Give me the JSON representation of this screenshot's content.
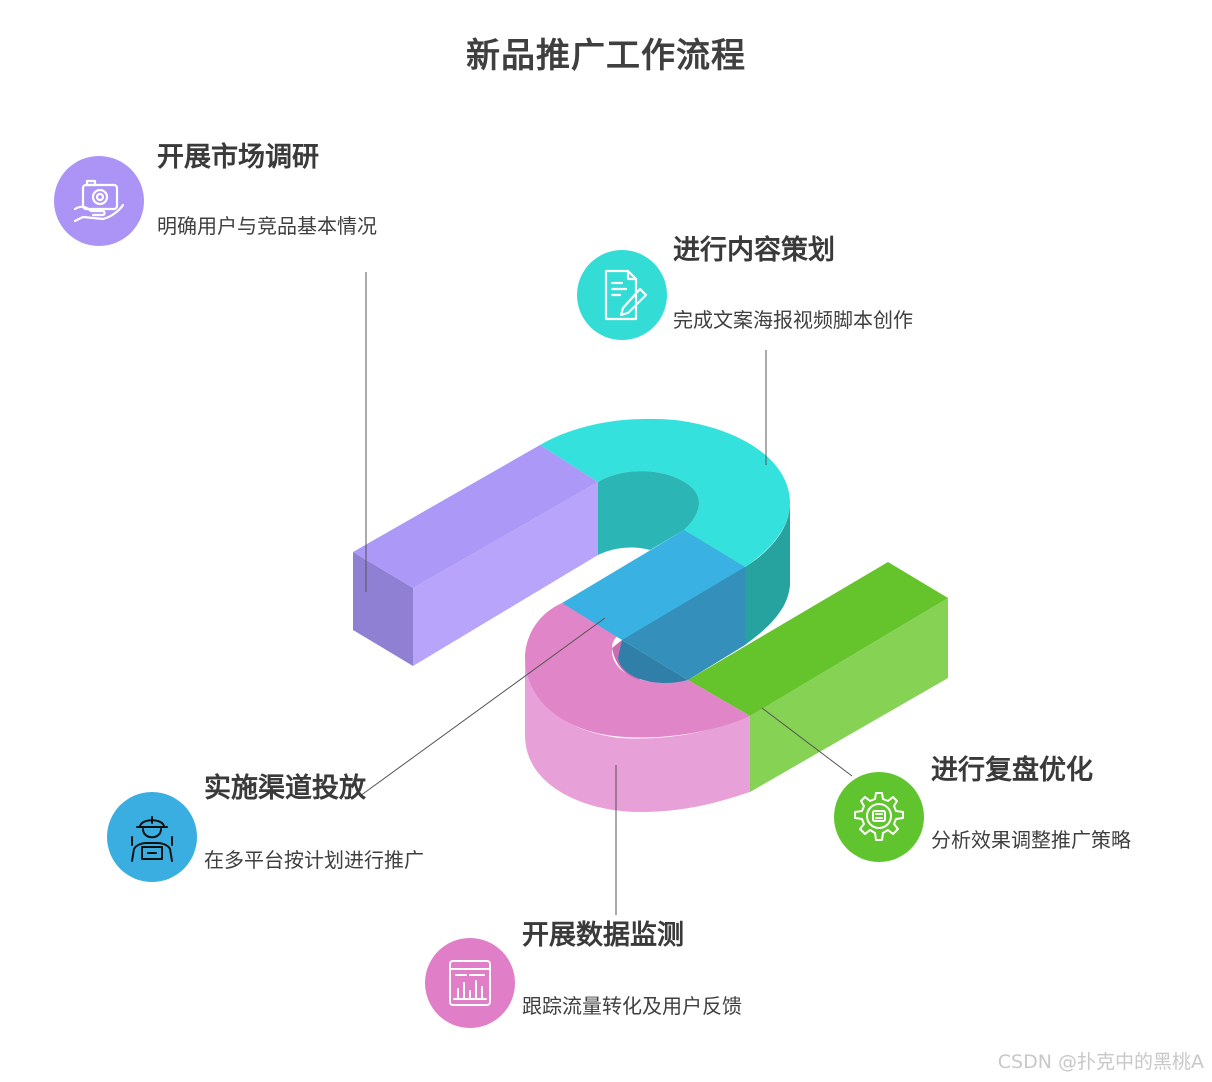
{
  "title": "新品推广工作流程",
  "steps": [
    {
      "title": "开展市场调研",
      "desc": "明确用户与竞品基本情况",
      "color": "#ab94f5",
      "icon": "camera-hand-icon"
    },
    {
      "title": "进行内容策划",
      "desc": "完成文案海报视频脚本创作",
      "color": "#33ddd6",
      "icon": "document-pen-icon"
    },
    {
      "title": "实施渠道投放",
      "desc": "在多平台按计划进行推广",
      "color": "#3aaee0",
      "icon": "worker-icon"
    },
    {
      "title": "开展数据监测",
      "desc": "跟踪流量转化及用户反馈",
      "color": "#e07fc8",
      "icon": "chart-board-icon"
    },
    {
      "title": "进行复盘优化",
      "desc": "分析效果调整推广策略",
      "color": "#5fc42e",
      "icon": "gear-chip-icon"
    }
  ],
  "watermark": "CSDN @扑克中的黑桃A"
}
